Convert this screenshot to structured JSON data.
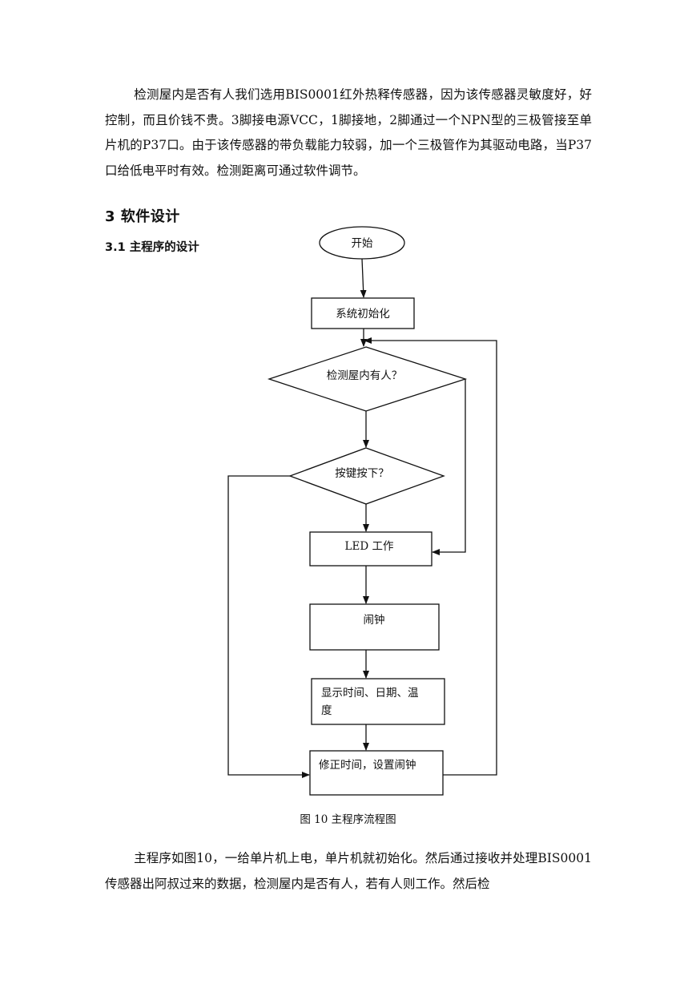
{
  "intro_paragraph": "检测屋内是否有人我们选用BIS0001红外热释传感器，因为该传感器灵敏度好，好控制，而且价钱不贵。3脚接电源VCC，1脚接地，2脚通过一个NPN型的三极管接至单片机的P37口。由于该传感器的带负载能力较弱，加一个三极管作为其驱动电路，当P37口给低电平时有效。检测距离可通过软件调节。",
  "section_heading": "3 软件设计",
  "subsection_heading": "3.1 主程序的设计",
  "flowchart": {
    "start": "开始",
    "init": "系统初始化",
    "detect": "检测屋内有人？",
    "key": "按键按下？",
    "led": "LED 工作",
    "alarm": "闹钟",
    "display_line1": "显示时间、日期、温",
    "display_line2": "度",
    "modify": "修正时间，设置闹钟"
  },
  "figure_caption": "图 10  主程序流程图",
  "body_paragraph": "主程序如图10，一给单片机上电，单片机就初始化。然后通过接收并处理BIS0001传感器出阿叔过来的数据，检测屋内是否有人，若有人则工作。然后检"
}
